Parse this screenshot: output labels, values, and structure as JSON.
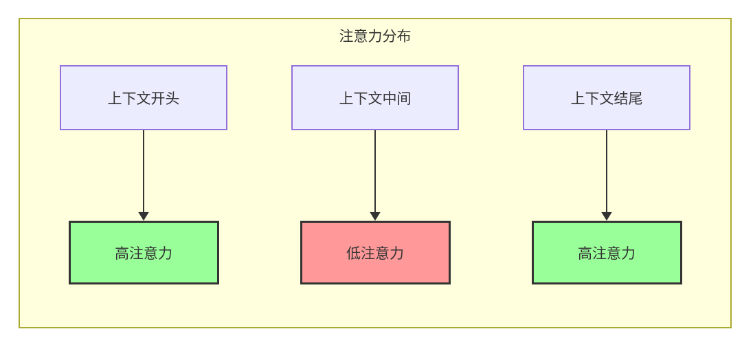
{
  "title": "注意力分布",
  "diagram": {
    "columns": [
      {
        "source": "上下文开头",
        "target": "高注意力",
        "target_state": "high"
      },
      {
        "source": "上下文中间",
        "target": "低注意力",
        "target_state": "low"
      },
      {
        "source": "上下文结尾",
        "target": "高注意力",
        "target_state": "high"
      }
    ]
  },
  "colors": {
    "container_bg": "#ffffde",
    "container_border": "#aaaa33",
    "source_box_bg": "#ececff",
    "source_box_border": "#9370db",
    "high_attention_bg": "#99ff99",
    "low_attention_bg": "#ff9999",
    "target_box_border": "#333333",
    "text": "#333333",
    "arrow": "#333333"
  }
}
